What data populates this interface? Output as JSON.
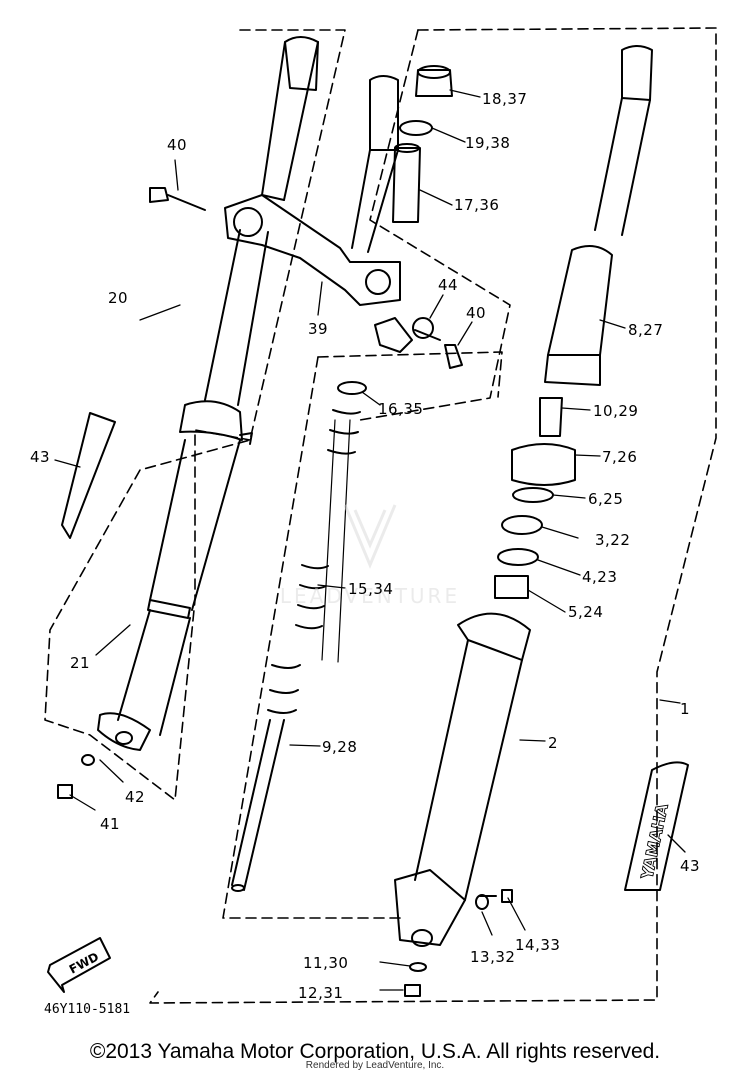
{
  "diagram": {
    "callouts": [
      {
        "id": "c1",
        "text": "1"
      },
      {
        "id": "c2",
        "text": "2"
      },
      {
        "id": "c3",
        "text": "3,22"
      },
      {
        "id": "c4",
        "text": "4,23"
      },
      {
        "id": "c5",
        "text": "5,24"
      },
      {
        "id": "c6",
        "text": "6,25"
      },
      {
        "id": "c7",
        "text": "7,26"
      },
      {
        "id": "c8",
        "text": "8,27"
      },
      {
        "id": "c9",
        "text": "9,28"
      },
      {
        "id": "c10",
        "text": "10,29"
      },
      {
        "id": "c11",
        "text": "11,30"
      },
      {
        "id": "c12",
        "text": "12,31"
      },
      {
        "id": "c13",
        "text": "13,32"
      },
      {
        "id": "c14",
        "text": "14,33"
      },
      {
        "id": "c15",
        "text": "15,34"
      },
      {
        "id": "c16",
        "text": "16,35"
      },
      {
        "id": "c17",
        "text": "17,36"
      },
      {
        "id": "c18",
        "text": "18,37"
      },
      {
        "id": "c19",
        "text": "19,38"
      },
      {
        "id": "c20",
        "text": "20"
      },
      {
        "id": "c21",
        "text": "21"
      },
      {
        "id": "c39",
        "text": "39"
      },
      {
        "id": "c40a",
        "text": "40"
      },
      {
        "id": "c40b",
        "text": "40"
      },
      {
        "id": "c41",
        "text": "41"
      },
      {
        "id": "c42",
        "text": "42"
      },
      {
        "id": "c43a",
        "text": "43"
      },
      {
        "id": "c43b",
        "text": "43"
      },
      {
        "id": "c44",
        "text": "44"
      }
    ],
    "drawing_code": "46Y110-5181",
    "fwd_label": "FWD",
    "decal_text": "YAMAHA",
    "watermark": "LEADVENTURE"
  },
  "footer": {
    "copyright": "©2013 Yamaha Motor Corporation, U.S.A. All rights reserved.",
    "rendered_by": "Rendered by LeadVenture, Inc."
  },
  "colors": {
    "ink": "#000000",
    "background": "#ffffff",
    "watermark": "#d8d8d8"
  }
}
